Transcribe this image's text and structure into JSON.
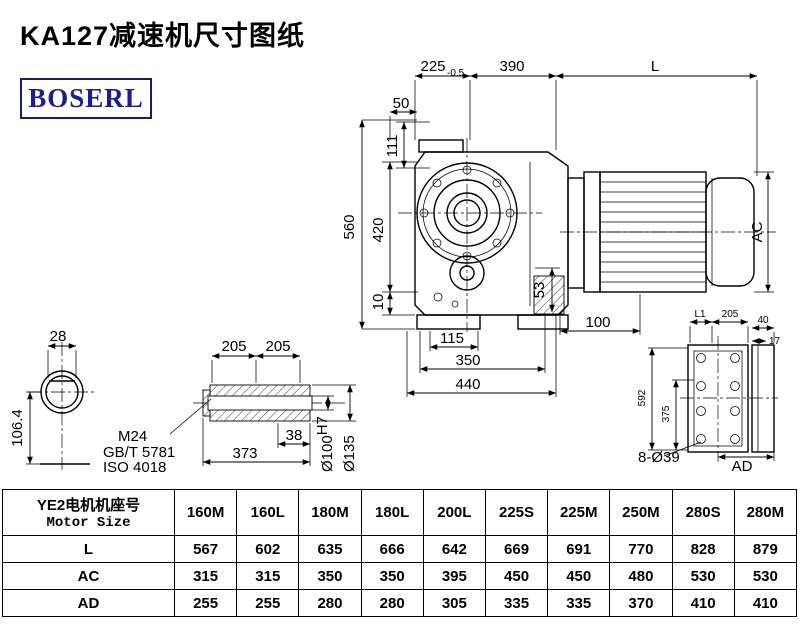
{
  "page": {
    "title": "KA127减速机尺寸图纸",
    "logo": "BOSERL"
  },
  "drawing": {
    "main": {
      "dim_225": "225",
      "dim_225_tol": "-0.5",
      "dim_390": "390",
      "dim_L": "L",
      "dim_50": "50",
      "dim_111": "111",
      "dim_560": "560",
      "dim_420": "420",
      "dim_10": "10",
      "dim_53": "53",
      "dim_AC": "AC",
      "dim_115": "115",
      "dim_100": "100",
      "dim_350": "350",
      "dim_440": "440"
    },
    "shaft_end": {
      "dim_28": "28",
      "dim_106_4": "106.4"
    },
    "bushing": {
      "dim_205a": "205",
      "dim_205b": "205",
      "label_m24": "M24",
      "label_gbt": "GB/T 5781",
      "label_iso": "ISO 4018",
      "dim_38": "38",
      "dim_373": "373",
      "dim_d100": "Ø100",
      "dim_d100_sup": "H7",
      "dim_d135": "Ø135"
    },
    "flange": {
      "dim_L1": "L1",
      "dim_205": "205",
      "dim_40": "40",
      "dim_17": "17",
      "dim_592": "592",
      "dim_375": "375",
      "label_holes": "8-Ø39",
      "dim_AD": "AD"
    }
  },
  "table": {
    "header_cn": "YE2电机机座号",
    "header_en": "Motor Size",
    "columns": [
      "160M",
      "160L",
      "180M",
      "180L",
      "200L",
      "225S",
      "225M",
      "250M",
      "280S",
      "280M"
    ],
    "rows": [
      {
        "label": "L",
        "values": [
          "567",
          "602",
          "635",
          "666",
          "642",
          "669",
          "691",
          "770",
          "828",
          "879"
        ]
      },
      {
        "label": "AC",
        "values": [
          "315",
          "315",
          "350",
          "350",
          "395",
          "450",
          "450",
          "480",
          "530",
          "530"
        ]
      },
      {
        "label": "AD",
        "values": [
          "255",
          "255",
          "280",
          "280",
          "305",
          "335",
          "335",
          "370",
          "410",
          "410"
        ]
      }
    ]
  }
}
